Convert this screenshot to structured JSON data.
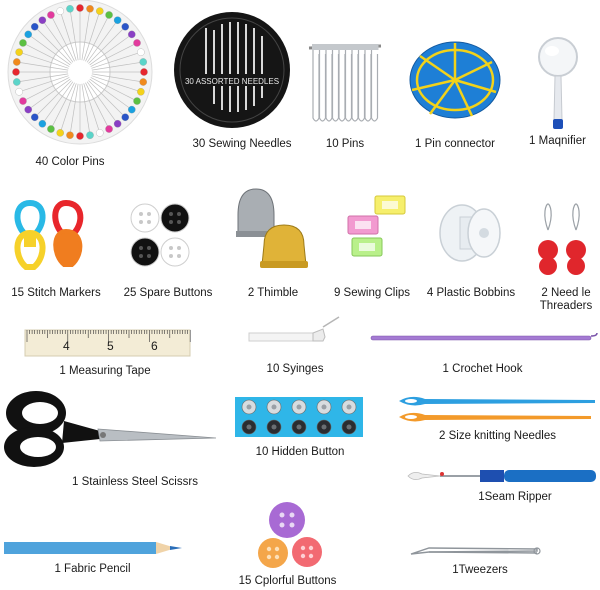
{
  "items": [
    {
      "label": "40 Color Pins"
    },
    {
      "label": "30 Sewing Needles",
      "package_text": "30 ASSORTED NEEDLES"
    },
    {
      "label": "10 Pins"
    },
    {
      "label": "1 Pin connector"
    },
    {
      "label": "1 Maqnifier"
    },
    {
      "label": "15 Stitch Markers"
    },
    {
      "label": "25 Spare Buttons"
    },
    {
      "label": "2 Thimble"
    },
    {
      "label": "9 Sewing Clips"
    },
    {
      "label": "4 Plastic Bobbins"
    },
    {
      "label_line1": "2 Need le",
      "label_line2": "Threaders"
    },
    {
      "label": "1 Measuring Tape",
      "tape_numbers": [
        "4",
        "5",
        "6"
      ]
    },
    {
      "label": "10 Syinges"
    },
    {
      "label": "1 Crochet Hook"
    },
    {
      "label": "1 Stainless Steel Scissrs"
    },
    {
      "label": "10 Hidden Button"
    },
    {
      "label": "2 Size knitting Needles"
    },
    {
      "label": "1Seam Ripper"
    },
    {
      "label": "1 Fabric Pencil"
    },
    {
      "label": "15 Cplorful Buttons"
    },
    {
      "label": "1Tweezers"
    }
  ],
  "colors": {
    "blue": "#1b6fc4",
    "pin_yellow": "#f2d21a",
    "tape": "#f3ecd6",
    "scissors": "#111111"
  }
}
